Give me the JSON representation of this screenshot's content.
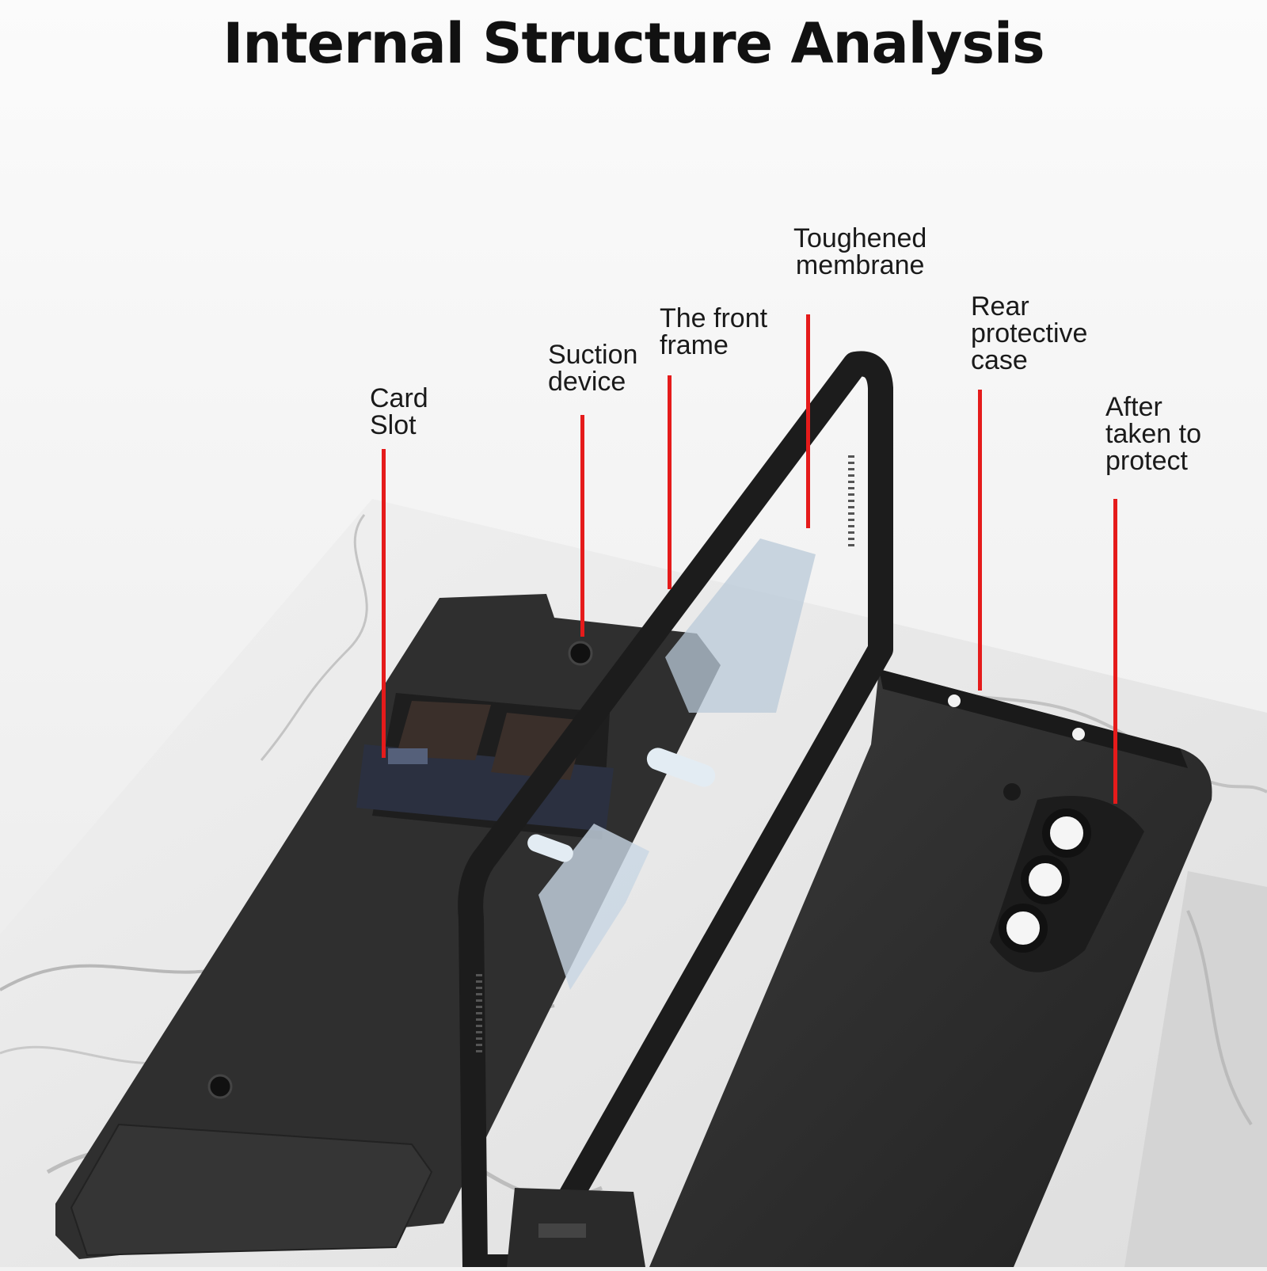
{
  "title": "Internal Structure Analysis",
  "callouts": [
    {
      "id": "card-slot",
      "lines": [
        "Card",
        "Slot"
      ]
    },
    {
      "id": "suction-device",
      "lines": [
        "Suction",
        "device"
      ]
    },
    {
      "id": "front-frame",
      "lines": [
        "The front",
        "frame"
      ]
    },
    {
      "id": "toughened-membrane",
      "lines": [
        "Toughened",
        "membrane"
      ]
    },
    {
      "id": "rear-case",
      "lines": [
        "Rear",
        "protective",
        "case"
      ]
    },
    {
      "id": "after-taken",
      "lines": [
        "After",
        "taken to",
        "protect"
      ]
    }
  ],
  "colors": {
    "leader": "#e51b1b",
    "background": "#f2f2f2",
    "case": "#2e2e2e",
    "frame": "#1c1c1c",
    "marble": "#e6e6e6"
  }
}
